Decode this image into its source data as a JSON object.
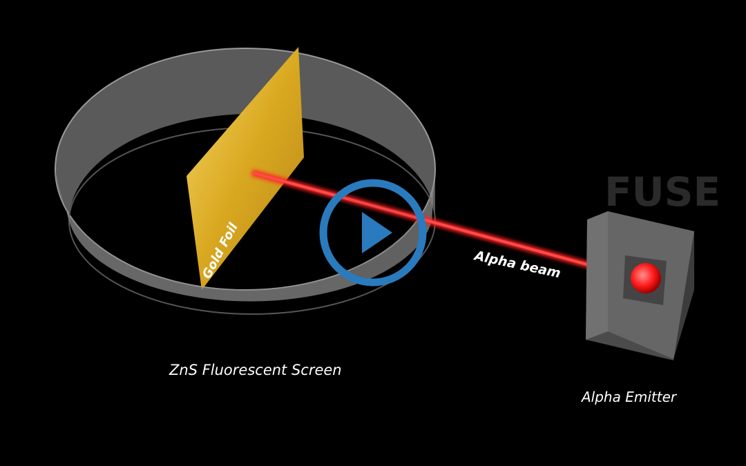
{
  "labels": {
    "gold_foil": "Gold Foil",
    "alpha_beam": "Alpha beam",
    "screen": "ZnS Fluorescent Screen",
    "emitter": "Alpha Emitter"
  },
  "player": {
    "play_icon": "play-icon",
    "accent": "#2a7bbd"
  },
  "colors": {
    "beam": "#ff1a1a",
    "foil": "#e8c040",
    "screen": "#8a8a8a"
  }
}
